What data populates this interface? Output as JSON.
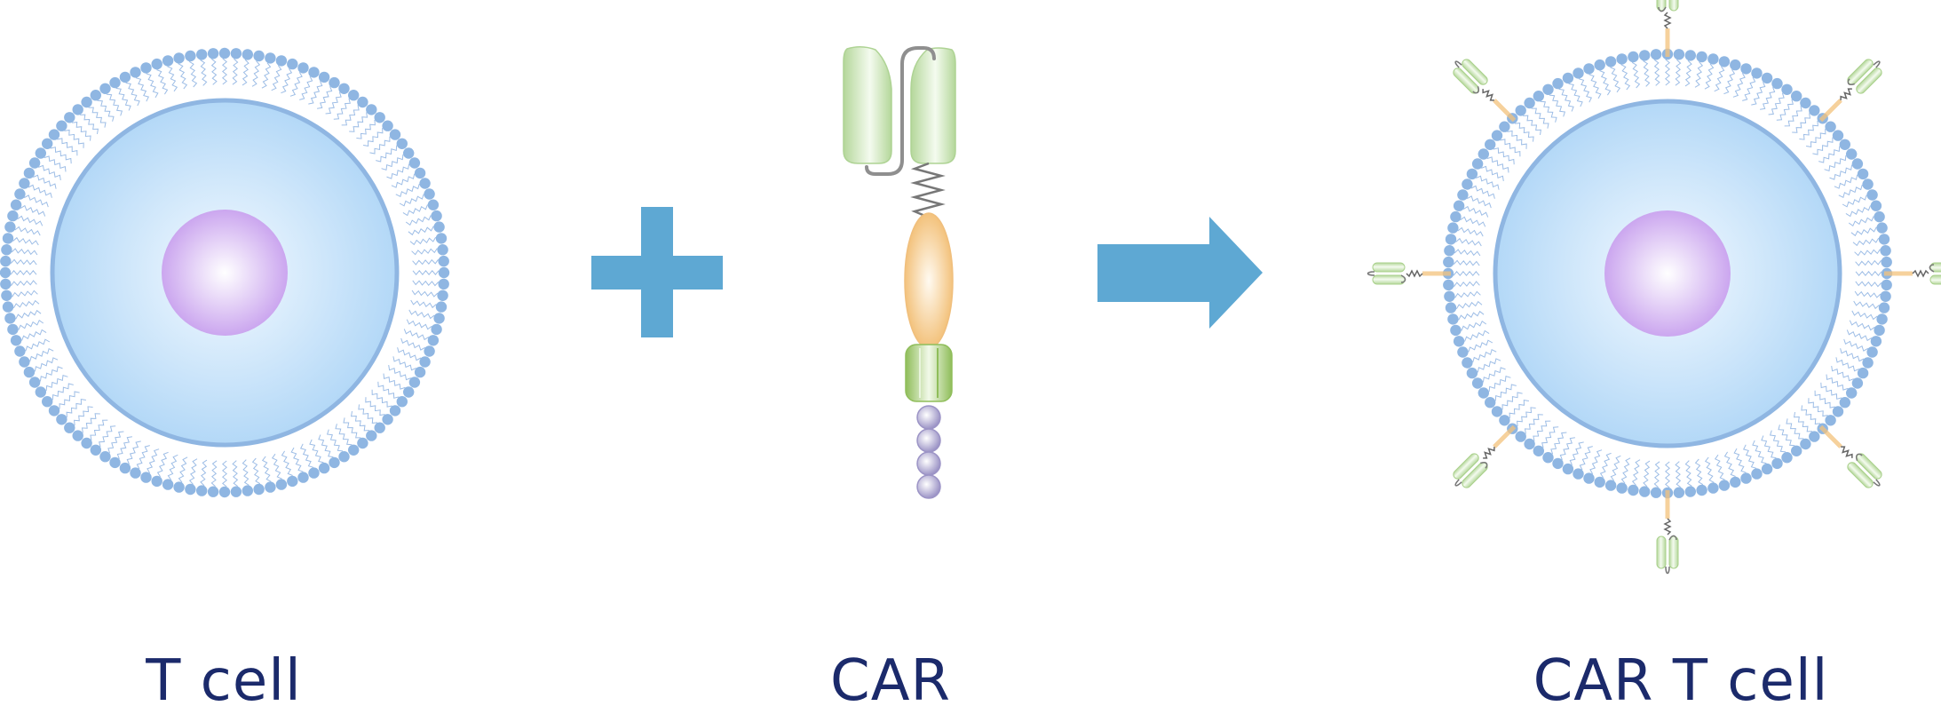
{
  "labels": {
    "t_cell": "T cell",
    "car": "CAR",
    "car_t_cell": "CAR T cell"
  },
  "colors": {
    "membrane_head": "#8fb6e2",
    "membrane_tail": "#9dbde6",
    "cytoplasm_center": "#f3f9ff",
    "cytoplasm_edge": "#b6daf8",
    "nucleus_center": "#ffffff",
    "nucleus_edge": "#cdaaf0",
    "operator": "#5ea8d3",
    "label": "#1b2a6b",
    "scfv_green": "#c7e3b3",
    "hinge_gray": "#808080",
    "transmembrane_orange": "#f7cf94",
    "costim_green": "#9cc86a",
    "signal_purple": "#a8a0cc"
  },
  "icons": [
    "plus-icon",
    "arrow-right-icon"
  ]
}
